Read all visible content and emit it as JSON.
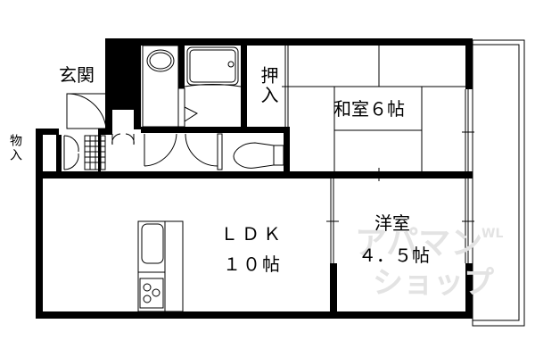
{
  "floor_plan": {
    "rooms": {
      "entrance": {
        "label": "玄関"
      },
      "storage_small": {
        "label": "物入"
      },
      "closet": {
        "label": "押入"
      },
      "japanese_room": {
        "label": "和室６帖",
        "type": "和室",
        "size": "6帖"
      },
      "ldk": {
        "label_top": "ＬＤＫ",
        "label_bottom": "１０帖",
        "size": "10帖"
      },
      "western_room": {
        "label_top": "洋室",
        "label_bottom": "４．５帖",
        "size": "4.5帖"
      }
    },
    "fixtures": [
      "toilet",
      "bathtub",
      "washbasin",
      "kitchen-sink",
      "gas-stove",
      "washing-machine-pan"
    ],
    "watermark": {
      "line1": "アパマン",
      "line2": "ショップ",
      "small": "WL"
    }
  }
}
